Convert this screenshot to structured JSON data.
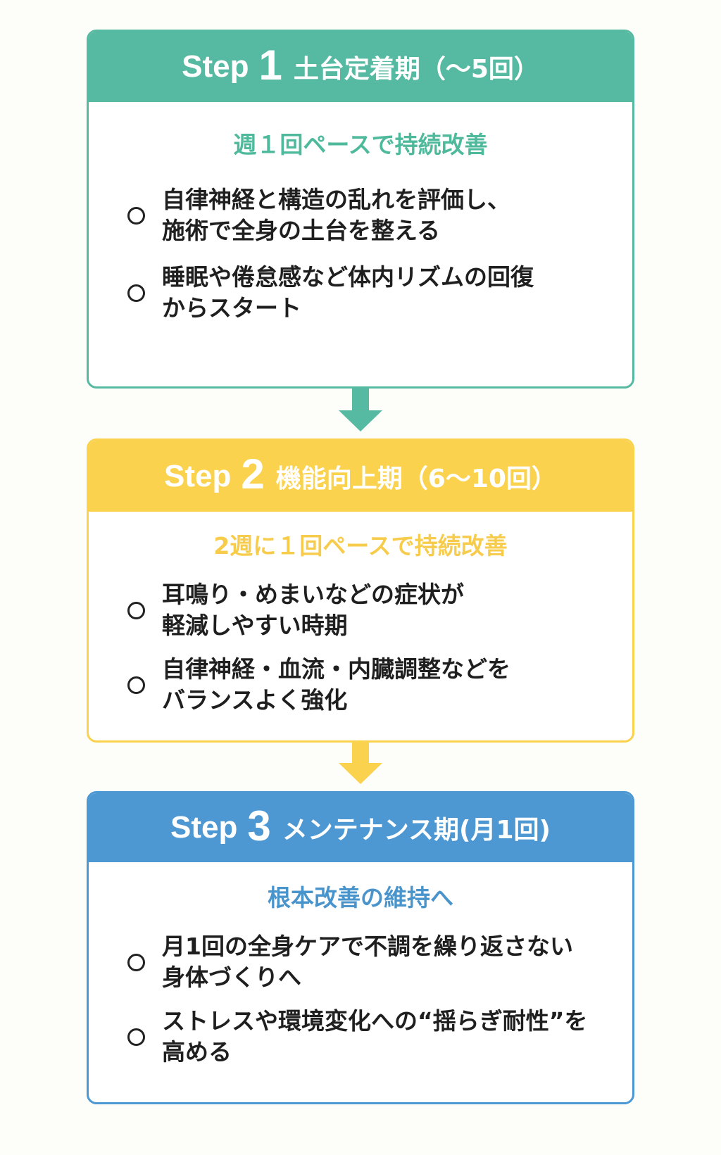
{
  "steps": [
    {
      "word": "Step",
      "number": "1",
      "title": "土台定着期（〜5回）",
      "subtitle": "週１回ペースで持続改善",
      "color": "#56b9a1",
      "items": [
        "自律神経と構造の乱れを評価し、\n施術で全身の土台を整える",
        "睡眠や倦怠感など体内リズムの回復\nからスタート"
      ]
    },
    {
      "word": "Step",
      "number": "2",
      "title": "機能向上期（6〜10回）",
      "subtitle": "2週に１回ペースで持続改善",
      "color": "#fbd24e",
      "items": [
        "耳鳴り・めまいなどの症状が\n軽減しやすい時期",
        "自律神経・血流・内臓調整などを\nバランスよく強化"
      ]
    },
    {
      "word": "Step",
      "number": "3",
      "title": "メンテナンス期(月1回)",
      "subtitle": "根本改善の維持へ",
      "color": "#4d98d2",
      "items": [
        "月1回の全身ケアで不調を繰り返さない\n身体づくりへ",
        "ストレスや環境変化への“揺らぎ耐性”を\n高める"
      ]
    }
  ]
}
